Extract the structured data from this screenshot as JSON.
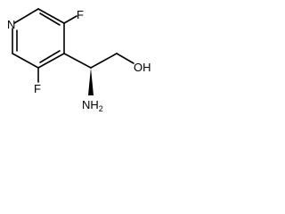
{
  "molecule": {
    "atoms": {
      "ring_nitrogen": "N",
      "fluorine_top": "F",
      "fluorine_bottom": "F",
      "amine": "NH",
      "amine_subscript": "2",
      "hydroxyl": "OH"
    },
    "colors": {
      "ink": "#000000",
      "background": "#ffffff"
    }
  }
}
